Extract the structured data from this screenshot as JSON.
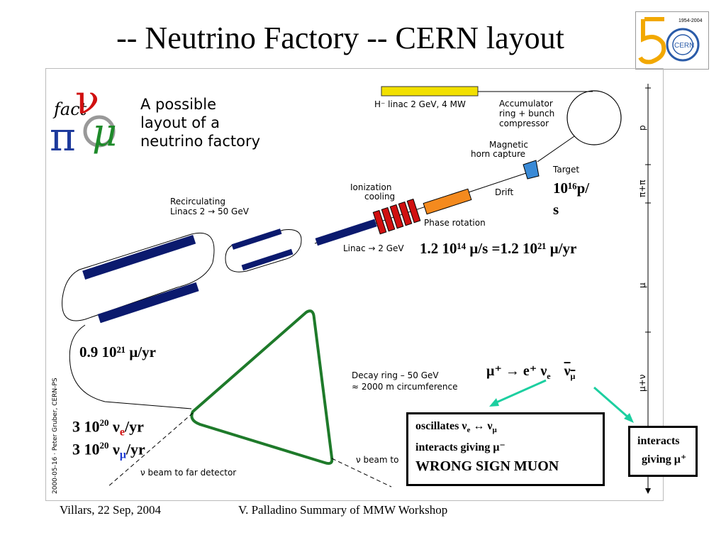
{
  "slide": {
    "title": "-- Neutrino Factory -- CERN layout",
    "footer_left": "Villars, 22 Sep, 2004",
    "footer_center": "V. Palladino   Summary of MMW Workshop"
  },
  "logo_50": {
    "years": "1954-2004",
    "text": "CERN"
  },
  "diagram": {
    "fact_logo": {
      "fact": "fact",
      "nu": "ν",
      "pi": "π",
      "mu": "μ"
    },
    "heading_lines": [
      "A possible",
      "layout of a",
      "neutrino factory"
    ],
    "linac_label": "H⁻ linac 2 GeV, 4 MW",
    "accumulator_lines": [
      "Accumulator",
      "ring + bunch",
      "compressor"
    ],
    "magnetic_lines": [
      "Magnetic",
      "horn capture"
    ],
    "target": "Target",
    "drift": "Drift",
    "ionization_lines": [
      "Ionization",
      "cooling"
    ],
    "phase_rotation": "Phase rotation",
    "linac2": "Linac → 2 GeV",
    "recirc_lines": [
      "Recirculating",
      "Linacs 2 → 50 GeV"
    ],
    "decay_lines": [
      "Decay ring – 50 GeV",
      "≈ 2000 m circumference"
    ],
    "beam_far": "ν beam to far detector",
    "beam_to": "ν beam to",
    "credit": "2000-05-16 · Peter Gruber, CERN-PS",
    "scale_labels": [
      "p",
      "π+π",
      "μ",
      "μ+ν"
    ]
  },
  "annotations": {
    "rate_p_lines": [
      "10¹⁶p/",
      "s"
    ],
    "muon_rate": "1.2 10¹⁴ μ/s =1.2 10²¹ μ/yr",
    "mu_yr": "0.9 10²¹ μ/yr",
    "decay_prefix": "μ⁺ → e⁺ ν",
    "decay_e_sub": "e",
    "decay_bar_nu": "ν",
    "decay_mu_sub": "μ",
    "nue_yr": {
      "base": "3 10",
      "exp": "20",
      "nu": "ν",
      "sub": "e",
      "suffix": "/yr"
    },
    "numu_yr": {
      "base": "3 10",
      "exp": "20",
      "nu": "ν",
      "sub": "μ",
      "suffix": "/yr"
    }
  },
  "box_wrong_sign": {
    "line1_prefix": "oscillates ν",
    "line1_sub1": "e",
    "line1_mid": " ↔ ν",
    "line1_sub2": "μ",
    "line2": "interacts giving μ⁻",
    "line3": "WRONG SIGN MUON"
  },
  "box_interacts": {
    "line1": "interacts",
    "line2": "giving μ⁺"
  },
  "colors": {
    "dark_blue": "#0b1a6e",
    "yellow": "#f2e000",
    "red": "#d01010",
    "orange": "#f48a1e",
    "green": "#1e7a2a",
    "teal": "#1ccfa0",
    "horn_blue": "#3a8ad6"
  }
}
